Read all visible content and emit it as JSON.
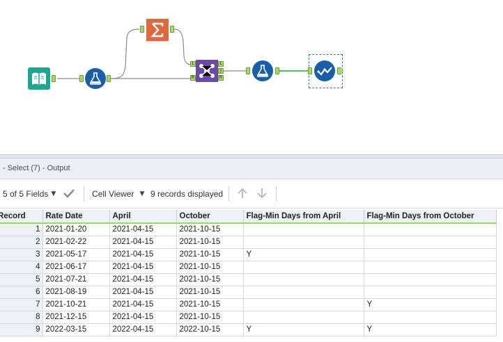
{
  "canvas": {
    "tools": [
      {
        "name": "input-data-tool",
        "icon": "book-icon",
        "color": "#1fa68f"
      },
      {
        "name": "formula-tool-1",
        "icon": "flask-icon",
        "color": "#1a5ea8"
      },
      {
        "name": "summarize-tool",
        "icon": "sigma-icon",
        "color": "#e0683e"
      },
      {
        "name": "join-tool",
        "icon": "join-icon",
        "color": "#6b4ba1"
      },
      {
        "name": "formula-tool-2",
        "icon": "flask-icon",
        "color": "#1a5ea8"
      },
      {
        "name": "select-tool",
        "icon": "check-icon",
        "color": "#1a5ea8"
      }
    ],
    "join_inputs": [
      "L",
      "R"
    ],
    "join_outputs": [
      "L",
      "J",
      "R"
    ]
  },
  "results": {
    "title": "- Select (7) - Output",
    "fields_label": "5 of 5 Fields",
    "viewer_label": "Cell Viewer",
    "records_label": "9 records displayed"
  },
  "grid": {
    "columns": [
      "Record",
      "Rate Date",
      "April",
      "October",
      "Flag-Min Days from April",
      "Flag-Min Days from October"
    ],
    "rows": [
      [
        "1",
        "2021-01-20",
        "2021-04-15",
        "2021-10-15",
        "",
        ""
      ],
      [
        "2",
        "2021-02-22",
        "2021-04-15",
        "2021-10-15",
        "",
        ""
      ],
      [
        "3",
        "2021-05-17",
        "2021-04-15",
        "2021-10-15",
        "Y",
        ""
      ],
      [
        "4",
        "2021-06-17",
        "2021-04-15",
        "2021-10-15",
        "",
        ""
      ],
      [
        "5",
        "2021-07-21",
        "2021-04-15",
        "2021-10-15",
        "",
        ""
      ],
      [
        "6",
        "2021-08-19",
        "2021-04-15",
        "2021-10-15",
        "",
        ""
      ],
      [
        "7",
        "2021-10-21",
        "2021-04-15",
        "2021-10-15",
        "",
        "Y"
      ],
      [
        "8",
        "2021-12-15",
        "2021-04-15",
        "2021-10-15",
        "",
        ""
      ],
      [
        "9",
        "2022-03-15",
        "2022-04-15",
        "2022-10-15",
        "Y",
        "Y"
      ]
    ]
  }
}
